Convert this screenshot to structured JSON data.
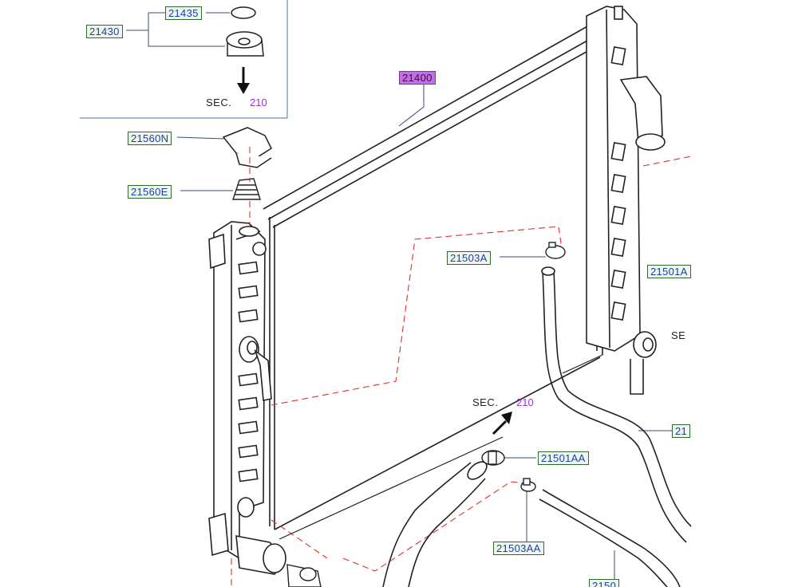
{
  "labels": {
    "p21435": "21435",
    "p21430": "21430",
    "p21400": "21400",
    "p21560N": "21560N",
    "p21560E": "21560E",
    "p21503A": "21503A",
    "p21501A": "21501A",
    "p21501AA": "21501AA",
    "p21503AA": "21503AA",
    "p21_right": "21",
    "p21_bottom": "2150"
  },
  "sections": {
    "sec_top_text": "SEC.",
    "sec_top_num": "210",
    "sec_mid_text": "SEC.",
    "sec_mid_num": "210",
    "sec_right_text": "SE"
  },
  "colors": {
    "label_text": "#1a3fb0",
    "label_border": "#2d6a2d",
    "highlight": "#c070e0",
    "section_ref": "#9b30d9",
    "dashed_line": "#e03030"
  }
}
